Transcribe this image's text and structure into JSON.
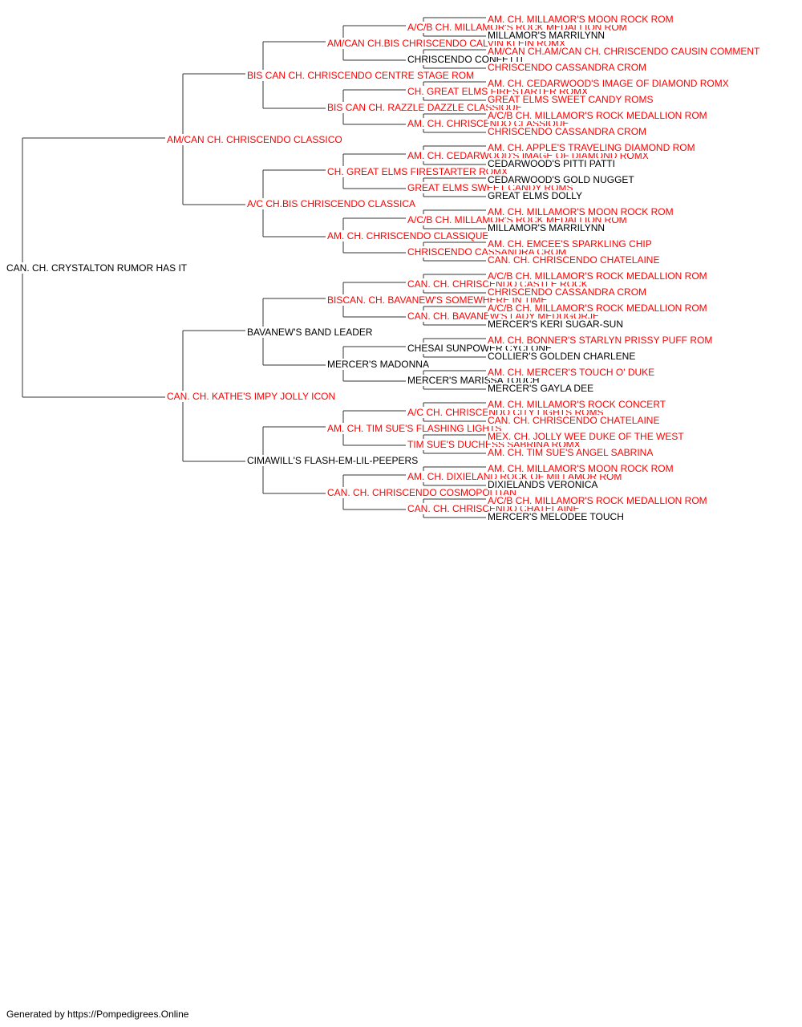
{
  "colors": {
    "champion": "#ff0000",
    "normal": "#000000",
    "line": "#333333"
  },
  "footer": "Generated by https://Pompedigrees.Online",
  "nodes": [
    {
      "text": "CAN. CH. CRYSTALTON RUMOR HAS IT",
      "gen": 0,
      "slot": 0,
      "red": false
    },
    {
      "text": "AM/CAN CH. CHRISCENDO CLASSICO",
      "gen": 1,
      "slot": 0,
      "red": true
    },
    {
      "text": "CAN. CH. KATHE'S IMPY JOLLY ICON",
      "gen": 1,
      "slot": 1,
      "red": true
    },
    {
      "text": "BIS CAN CH. CHRISCENDO CENTRE STAGE ROM",
      "gen": 2,
      "slot": 0,
      "red": true
    },
    {
      "text": "A/C CH.BIS CHRISCENDO CLASSICA",
      "gen": 2,
      "slot": 1,
      "red": true
    },
    {
      "text": "BAVANEW'S BAND LEADER",
      "gen": 2,
      "slot": 2,
      "red": false
    },
    {
      "text": "CIMAWILL'S FLASH-EM-LIL-PEEPERS",
      "gen": 2,
      "slot": 3,
      "red": false
    },
    {
      "text": "AM/CAN CH.BIS CHRISCENDO CALVIN KLEIN ROMX",
      "gen": 3,
      "slot": 0,
      "red": true
    },
    {
      "text": "BIS CAN CH. RAZZLE DAZZLE CLASSIQUE",
      "gen": 3,
      "slot": 1,
      "red": true
    },
    {
      "text": "CH. GREAT ELMS FIRESTARTER ROMX",
      "gen": 3,
      "slot": 2,
      "red": true
    },
    {
      "text": "AM. CH. CHRISCENDO CLASSIQUE",
      "gen": 3,
      "slot": 3,
      "red": true
    },
    {
      "text": "BISCAN. CH. BAVANEW'S SOMEWHERE IN TIME",
      "gen": 3,
      "slot": 4,
      "red": true
    },
    {
      "text": "MERCER'S MADONNA",
      "gen": 3,
      "slot": 5,
      "red": false
    },
    {
      "text": "AM. CH. TIM SUE'S FLASHING LIGHTS",
      "gen": 3,
      "slot": 6,
      "red": true
    },
    {
      "text": "CAN. CH. CHRISCENDO COSMOPOLITAN",
      "gen": 3,
      "slot": 7,
      "red": true
    },
    {
      "text": "A/C/B CH. MILLAMOR'S ROCK MEDALLION ROM",
      "gen": 4,
      "slot": 0,
      "red": true
    },
    {
      "text": "CHRISCENDO CONFETTI",
      "gen": 4,
      "slot": 1,
      "red": false
    },
    {
      "text": "CH. GREAT ELMS FIRESTARTER ROMX",
      "gen": 4,
      "slot": 2,
      "red": true
    },
    {
      "text": "AM. CH. CHRISCENDO CLASSIQUE",
      "gen": 4,
      "slot": 3,
      "red": true
    },
    {
      "text": "AM. CH. CEDARWOOD'S IMAGE OF DIAMOND ROMX",
      "gen": 4,
      "slot": 4,
      "red": true
    },
    {
      "text": "GREAT ELMS SWEET CANDY ROMS",
      "gen": 4,
      "slot": 5,
      "red": true
    },
    {
      "text": "A/C/B CH. MILLAMOR'S ROCK MEDALLION ROM",
      "gen": 4,
      "slot": 6,
      "red": true
    },
    {
      "text": "CHRISCENDO CASSANDRA CROM",
      "gen": 4,
      "slot": 7,
      "red": true
    },
    {
      "text": "CAN. CH. CHRISCENDO CASTLE ROCK",
      "gen": 4,
      "slot": 8,
      "red": true
    },
    {
      "text": "CAN. CH. BAVANEW'S LADY MEDUGORJE",
      "gen": 4,
      "slot": 9,
      "red": true
    },
    {
      "text": "CHESAI SUNPOWER CYCLONE",
      "gen": 4,
      "slot": 10,
      "red": false
    },
    {
      "text": "MERCER'S MARISSA TOUCH",
      "gen": 4,
      "slot": 11,
      "red": false
    },
    {
      "text": "A/C CH. CHRISCENDO CITY LIGHTS ROMS",
      "gen": 4,
      "slot": 12,
      "red": true
    },
    {
      "text": "TIM SUE'S DUCHESS SABRINA ROMX",
      "gen": 4,
      "slot": 13,
      "red": true
    },
    {
      "text": "AM. CH. DIXIELAND ROCK OF MILLAMOR ROM",
      "gen": 4,
      "slot": 14,
      "red": true
    },
    {
      "text": "CAN. CH. CHRISCENDO CHATELAINE",
      "gen": 4,
      "slot": 15,
      "red": true
    },
    {
      "text": "AM. CH. MILLAMOR'S MOON ROCK ROM",
      "gen": 5,
      "slot": 0,
      "red": true
    },
    {
      "text": "MILLAMOR'S MARRILYNN",
      "gen": 5,
      "slot": 1,
      "red": false
    },
    {
      "text": "AM/CAN CH.AM/CAN CH. CHRISCENDO CAUSIN COMMENT",
      "gen": 5,
      "slot": 2,
      "red": true
    },
    {
      "text": "CHRISCENDO CASSANDRA CROM",
      "gen": 5,
      "slot": 3,
      "red": true
    },
    {
      "text": "AM. CH. CEDARWOOD'S IMAGE OF DIAMOND ROMX",
      "gen": 5,
      "slot": 4,
      "red": true
    },
    {
      "text": "GREAT ELMS SWEET CANDY ROMS",
      "gen": 5,
      "slot": 5,
      "red": true
    },
    {
      "text": "A/C/B CH. MILLAMOR'S ROCK MEDALLION ROM",
      "gen": 5,
      "slot": 6,
      "red": true
    },
    {
      "text": "CHRISCENDO CASSANDRA CROM",
      "gen": 5,
      "slot": 7,
      "red": true
    },
    {
      "text": "AM. CH. APPLE'S TRAVELING DIAMOND ROM",
      "gen": 5,
      "slot": 8,
      "red": true
    },
    {
      "text": "CEDARWOOD'S PITTI PATTI",
      "gen": 5,
      "slot": 9,
      "red": false
    },
    {
      "text": "CEDARWOOD'S GOLD NUGGET",
      "gen": 5,
      "slot": 10,
      "red": false
    },
    {
      "text": "GREAT ELMS DOLLY",
      "gen": 5,
      "slot": 11,
      "red": false
    },
    {
      "text": "AM. CH. MILLAMOR'S MOON ROCK ROM",
      "gen": 5,
      "slot": 12,
      "red": true
    },
    {
      "text": "MILLAMOR'S MARRILYNN",
      "gen": 5,
      "slot": 13,
      "red": false
    },
    {
      "text": "AM. CH. EMCEE'S SPARKLING CHIP",
      "gen": 5,
      "slot": 14,
      "red": true
    },
    {
      "text": "CAN. CH. CHRISCENDO CHATELAINE",
      "gen": 5,
      "slot": 15,
      "red": true
    },
    {
      "text": "A/C/B CH. MILLAMOR'S ROCK MEDALLION ROM",
      "gen": 5,
      "slot": 16,
      "red": true
    },
    {
      "text": "CHRISCENDO CASSANDRA CROM",
      "gen": 5,
      "slot": 17,
      "red": true
    },
    {
      "text": "A/C/B CH. MILLAMOR'S ROCK MEDALLION ROM",
      "gen": 5,
      "slot": 18,
      "red": true
    },
    {
      "text": "MERCER'S KERI SUGAR-SUN",
      "gen": 5,
      "slot": 19,
      "red": false
    },
    {
      "text": "AM. CH. BONNER'S STARLYN PRISSY PUFF ROM",
      "gen": 5,
      "slot": 20,
      "red": true
    },
    {
      "text": "COLLIER'S GOLDEN CHARLENE",
      "gen": 5,
      "slot": 21,
      "red": false
    },
    {
      "text": "AM. CH. MERCER'S TOUCH O' DUKE",
      "gen": 5,
      "slot": 22,
      "red": true
    },
    {
      "text": "MERCER'S GAYLA DEE",
      "gen": 5,
      "slot": 23,
      "red": false
    },
    {
      "text": "AM. CH. MILLAMOR'S ROCK CONCERT",
      "gen": 5,
      "slot": 24,
      "red": true
    },
    {
      "text": "CAN. CH. CHRISCENDO CHATELAINE",
      "gen": 5,
      "slot": 25,
      "red": true
    },
    {
      "text": "MEX. CH. JOLLY WEE DUKE OF THE WEST",
      "gen": 5,
      "slot": 26,
      "red": true
    },
    {
      "text": "AM. CH. TIM SUE'S ANGEL SABRINA",
      "gen": 5,
      "slot": 27,
      "red": true
    },
    {
      "text": "AM. CH. MILLAMOR'S MOON ROCK ROM",
      "gen": 5,
      "slot": 28,
      "red": true
    },
    {
      "text": "DIXIELANDS VERONICA",
      "gen": 5,
      "slot": 29,
      "red": false
    },
    {
      "text": "A/C/B CH. MILLAMOR'S ROCK MEDALLION ROM",
      "gen": 5,
      "slot": 30,
      "red": true
    },
    {
      "text": "MERCER'S MELODEE TOUCH",
      "gen": 5,
      "slot": 31,
      "red": false
    }
  ]
}
